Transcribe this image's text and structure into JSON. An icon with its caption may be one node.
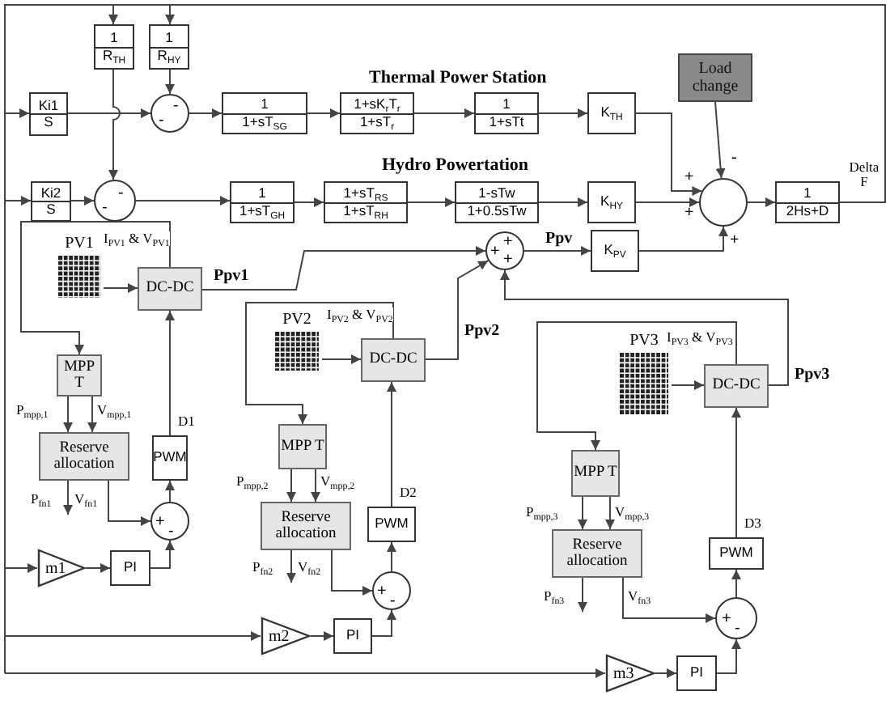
{
  "diagram": {
    "nodes": [
      {
        "text": [
          "1",
          "R$_{TH}$"
        ]
      },
      {
        "text": [
          "1",
          "R$_{HY}$"
        ]
      },
      {
        "text": [
          "Ki1",
          "S"
        ]
      },
      {
        "text": [
          "-",
          "-"
        ]
      },
      {
        "text": [
          "1",
          "1+sT$_{SG}$"
        ]
      },
      {
        "text": [
          "1+sK$_{r}$T$_{r}$",
          "1+sT$_{r}$"
        ]
      },
      {
        "text": [
          "1",
          "1+sTt"
        ]
      },
      {
        "text": [
          "K$_{TH}$"
        ]
      },
      {
        "text": [
          "Load change"
        ]
      },
      {
        "text": [
          "Ki2",
          "S"
        ]
      },
      {
        "text": [
          "-",
          "-"
        ]
      },
      {
        "text": [
          "1",
          "1+sT$_{GH}$"
        ]
      },
      {
        "text": [
          "1+sT$_{RS}$",
          "1+sT$_{RH}$"
        ]
      },
      {
        "text": [
          "1-sTw",
          "1+0.5sTw"
        ]
      },
      {
        "text": [
          "K$_{HY}$"
        ]
      },
      {
        "text": [],
        "shape": "circle"
      },
      {
        "text": [
          "1",
          "2Hs+D"
        ]
      },
      {
        "text": [
          "+",
          "+",
          "+"
        ]
      },
      {
        "text": [
          "K$_{PV}$"
        ]
      },
      {
        "text": [
          "PV1"
        ]
      },
      {
        "text": [
          "DC-DC"
        ]
      },
      {
        "text": [
          "MPP T"
        ]
      },
      {
        "text": [
          "Reserve allocation"
        ]
      },
      {
        "text": [
          "PWM"
        ]
      },
      {
        "text": [
          "+",
          "-"
        ]
      },
      {
        "text": [
          "m1"
        ]
      },
      {
        "text": [
          "PI"
        ]
      },
      {
        "text": [
          "PV2"
        ]
      },
      {
        "text": [
          "DC-DC"
        ]
      },
      {
        "text": [
          "MPP T"
        ]
      },
      {
        "text": [
          "Reserve allocation"
        ]
      },
      {
        "text": [
          "PWM"
        ]
      },
      {
        "text": [
          "+",
          "-"
        ]
      },
      {
        "text": [
          "m2"
        ]
      },
      {
        "text": [
          "PI"
        ]
      },
      {
        "text": [
          "PV3"
        ]
      },
      {
        "text": [
          "DC-DC"
        ]
      },
      {
        "text": [
          "MPP T"
        ]
      },
      {
        "text": [
          "Reserve allocation"
        ]
      },
      {
        "text": [
          "PWM"
        ]
      },
      {
        "text": [
          "+",
          "-"
        ]
      },
      {
        "text": [
          "m3"
        ]
      },
      {
        "text": [
          "PI"
        ]
      }
    ],
    "edges": [
      {
        "from": 16,
        "to": 0,
        "arrow": "to",
        "label": "Delta F"
      },
      {
        "from": 16,
        "to": 1,
        "arrow": "to"
      },
      {
        "from": 16,
        "to": 2,
        "arrow": "to"
      },
      {
        "from": 16,
        "to": 9,
        "arrow": "to"
      },
      {
        "from": 0,
        "to": 10,
        "arrow": "to"
      },
      {
        "from": 1,
        "to": 3,
        "arrow": "to"
      },
      {
        "from": 2,
        "to": 3,
        "arrow": "to"
      },
      {
        "from": 3,
        "to": 4,
        "arrow": "to"
      },
      {
        "from": 4,
        "to": 5,
        "arrow": "to"
      },
      {
        "from": 5,
        "to": 6,
        "arrow": "to"
      },
      {
        "from": 6,
        "to": 7,
        "arrow": "to"
      },
      {
        "from": 7,
        "to": 15,
        "arrow": "to",
        "label": "+"
      },
      {
        "from": 8,
        "to": 15,
        "arrow": "to",
        "label": "-"
      },
      {
        "from": 9,
        "to": 10,
        "arrow": "to"
      },
      {
        "from": 10,
        "to": 11,
        "arrow": "to"
      },
      {
        "from": 11,
        "to": 12,
        "arrow": "to"
      },
      {
        "from": 12,
        "to": 13,
        "arrow": "to"
      },
      {
        "from": 13,
        "to": 14,
        "arrow": "to"
      },
      {
        "from": 14,
        "to": 15,
        "arrow": "to",
        "label": "+"
      },
      {
        "from": 15,
        "to": 16,
        "arrow": "to"
      },
      {
        "from": 17,
        "to": 18,
        "arrow": "to",
        "label": "Ppv"
      },
      {
        "from": 18,
        "to": 15,
        "arrow": "to",
        "label": "+"
      },
      {
        "from": 19,
        "to": 20,
        "arrow": "to"
      },
      {
        "from": 20,
        "to": 21,
        "arrow": "to",
        "label": "I$_{PV1}$ & V$_{PV1}$"
      },
      {
        "from": 20,
        "to": 17,
        "arrow": "to",
        "label": "Ppv1"
      },
      {
        "from": 21,
        "to": 22,
        "arrow": "to",
        "label": "P$_{mpp,1}$"
      },
      {
        "from": 21,
        "to": 22,
        "arrow": "to",
        "label": "V$_{mpp,1}$"
      },
      {
        "from": 22,
        "to": null,
        "arrow": "to",
        "label": "P$_{fn1}$"
      },
      {
        "from": 22,
        "to": 24,
        "arrow": "to",
        "label": "V$_{fn1}$"
      },
      {
        "from": 26,
        "to": 24,
        "arrow": "to"
      },
      {
        "from": 25,
        "to": 26,
        "arrow": "to"
      },
      {
        "from": 24,
        "to": 23,
        "arrow": "to"
      },
      {
        "from": 23,
        "to": 20,
        "arrow": "to",
        "label": "D1"
      },
      {
        "from": 16,
        "to": 25,
        "arrow": "to"
      },
      {
        "from": 27,
        "to": 28,
        "arrow": "to"
      },
      {
        "from": 28,
        "to": 29,
        "arrow": "to",
        "label": "I$_{PV2}$ & V$_{PV2}$"
      },
      {
        "from": 28,
        "to": 17,
        "arrow": "to",
        "label": "Ppv2"
      },
      {
        "from": 29,
        "to": 30,
        "arrow": "to",
        "label": "P$_{mpp,2}$"
      },
      {
        "from": 29,
        "to": 30,
        "arrow": "to",
        "label": "V$_{mpp,2}$"
      },
      {
        "from": 30,
        "to": null,
        "arrow": "to",
        "label": "P$_{fn2}$"
      },
      {
        "from": 30,
        "to": 32,
        "arrow": "to",
        "label": "V$_{fn2}$"
      },
      {
        "from": 34,
        "to": 32,
        "arrow": "to"
      },
      {
        "from": 33,
        "to": 34,
        "arrow": "to"
      },
      {
        "from": 32,
        "to": 31,
        "arrow": "to"
      },
      {
        "from": 31,
        "to": 28,
        "arrow": "to",
        "label": "D2"
      },
      {
        "from": 16,
        "to": 33,
        "arrow": "to"
      },
      {
        "from": 35,
        "to": 36,
        "arrow": "to"
      },
      {
        "from": 36,
        "to": 37,
        "arrow": "to",
        "label": "I$_{PV3}$ & V$_{PV3}$"
      },
      {
        "from": 36,
        "to": 17,
        "arrow": "to",
        "label": "Ppv3"
      },
      {
        "from": 37,
        "to": 38,
        "arrow": "to",
        "label": "P$_{mpp,3}$"
      },
      {
        "from": 37,
        "to": 38,
        "arrow": "to",
        "label": "V$_{mpp,3}$"
      },
      {
        "from": 38,
        "to": null,
        "arrow": "to",
        "label": "P$_{fn3}$"
      },
      {
        "from": 38,
        "to": 40,
        "arrow": "to",
        "label": "V$_{fn3}$"
      },
      {
        "from": 42,
        "to": 40,
        "arrow": "to"
      },
      {
        "from": 41,
        "to": 42,
        "arrow": "to"
      },
      {
        "from": 40,
        "to": 39,
        "arrow": "to"
      },
      {
        "from": 39,
        "to": 36,
        "arrow": "to",
        "label": "D3"
      },
      {
        "from": 16,
        "to": 41,
        "arrow": "to"
      }
    ],
    "labels": [
      "Thermal Power Station",
      "Hydro Powertation"
    ]
  }
}
